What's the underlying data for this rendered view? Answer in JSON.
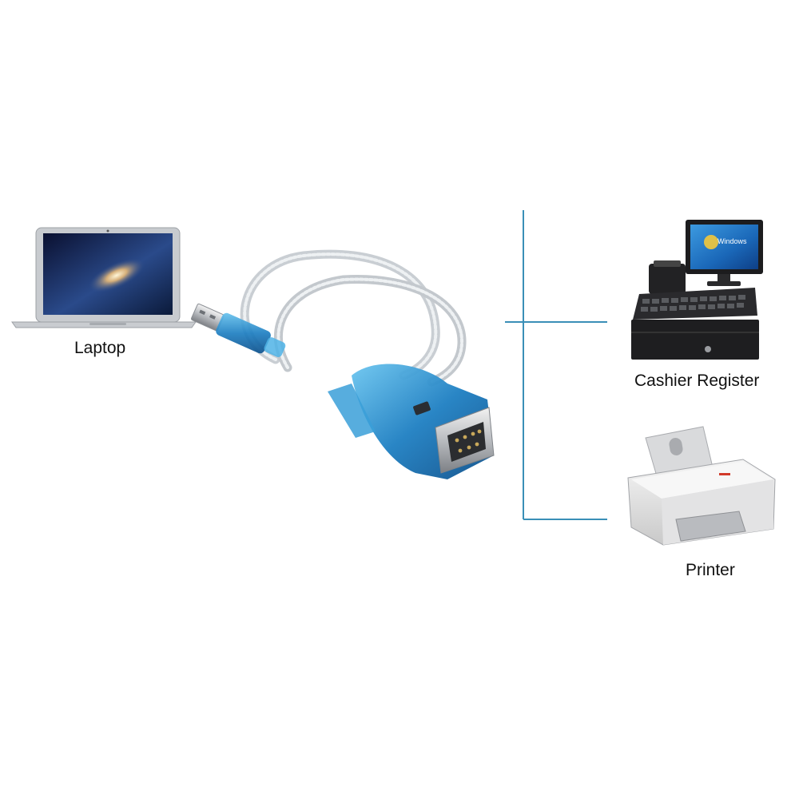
{
  "devices": {
    "laptop": {
      "label": "Laptop"
    },
    "cashier": {
      "label": "Cashier Register"
    },
    "printer": {
      "label": "Printer"
    }
  },
  "screen_text": {
    "pos_monitor": "Windows"
  },
  "colors": {
    "connector_line": "#3a8fb7",
    "cable_blue": "#1e7fc2"
  }
}
